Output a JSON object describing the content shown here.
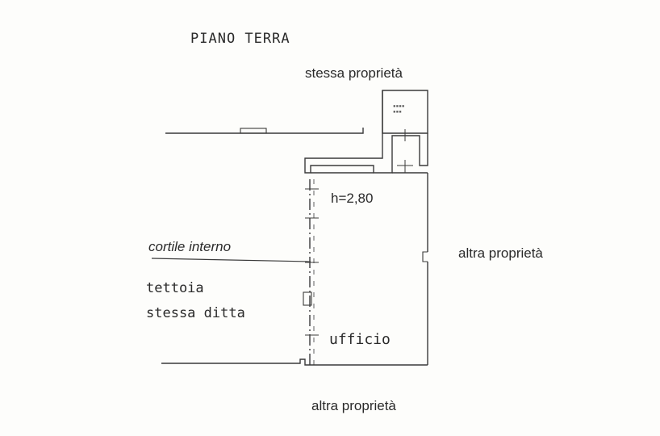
{
  "title": "PIANO TERRA",
  "labels": {
    "top": "stessa proprietà",
    "right": "altra proprietà",
    "bottom": "altra proprietà",
    "courtyard": "cortile interno",
    "canopy_line1": "tettoia",
    "canopy_line2": "stessa ditta",
    "room_height": "h=2,80",
    "room_name": "ufficio"
  },
  "colors": {
    "ink": "#3a3a3a",
    "paper": "#fdfdfb"
  }
}
